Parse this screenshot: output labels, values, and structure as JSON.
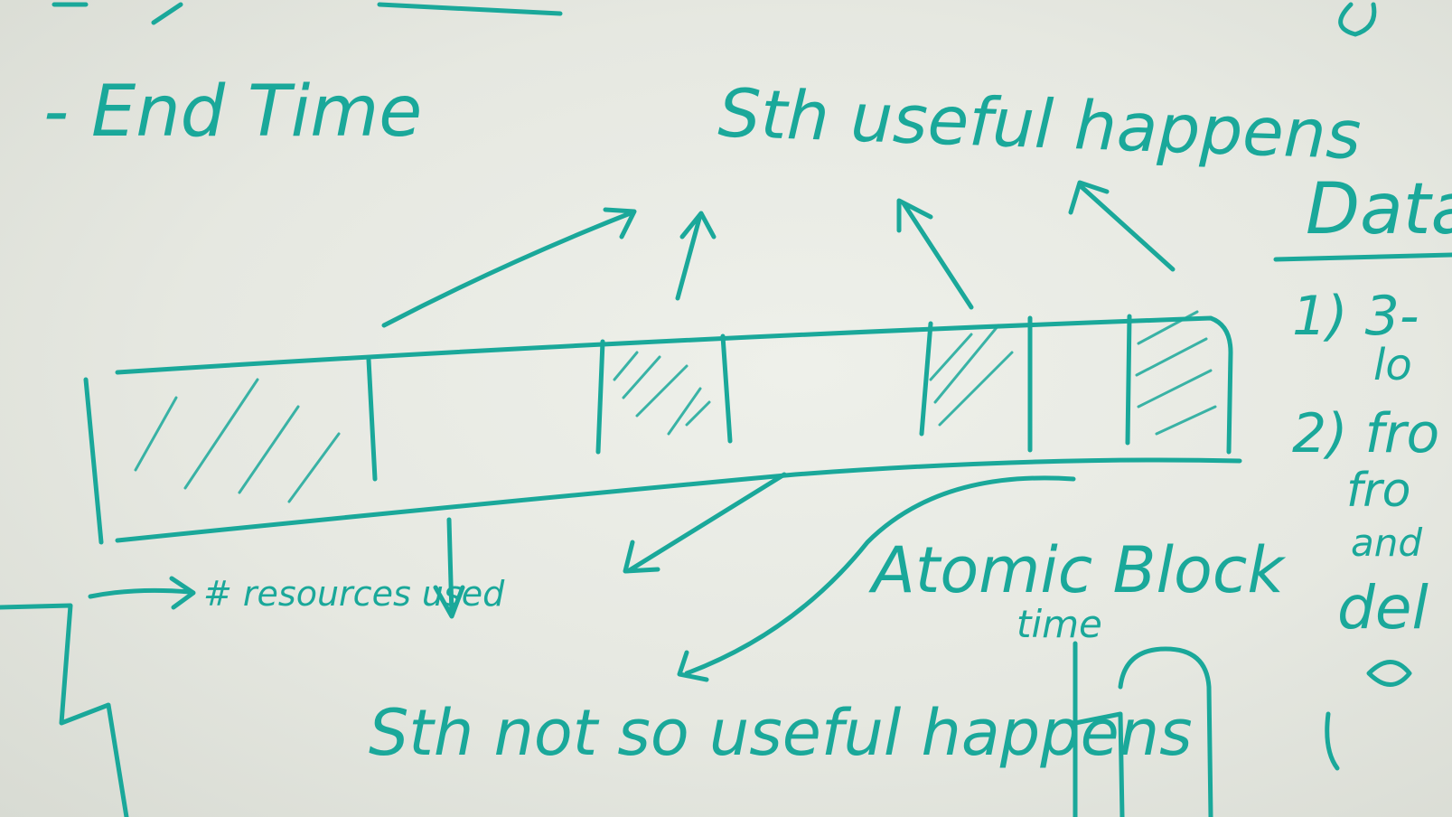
{
  "whiteboard": {
    "ink_color": "#1aa89a",
    "background_color": "#e6e8e1",
    "notes": {
      "end_time": "- End Time",
      "useful_happens": "Sth useful happens",
      "resources_used": "# resources used",
      "not_so_useful": "Sth not so useful happens",
      "atomic_block": "Atomic Block",
      "time": "time"
    },
    "right_column": {
      "heading": "Data",
      "item_1": "1) 3-",
      "item_1_cont": "lo",
      "item_2": "2) fro",
      "item_2_cont": "fro",
      "item_2_cont2": "and",
      "item_2_cont3": "del"
    }
  }
}
